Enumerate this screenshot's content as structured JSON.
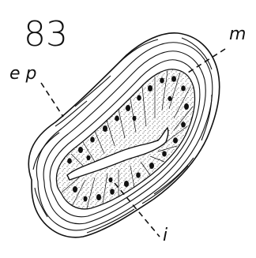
{
  "figure": {
    "number": "83",
    "labels": {
      "m": "m",
      "ep": "e p",
      "i": "i"
    }
  },
  "colors": {
    "ink": "#111111",
    "background": "#ffffff"
  }
}
